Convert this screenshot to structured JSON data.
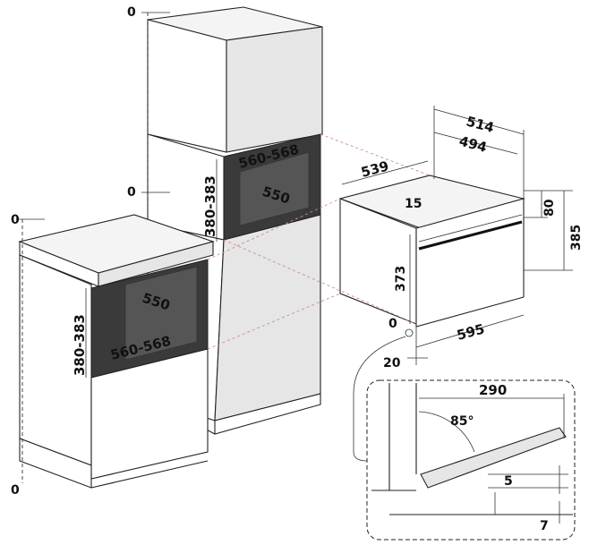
{
  "dimensions": {
    "tall_top_zero": "0",
    "tall_mid_zero": "0",
    "base_top_zero": "0",
    "base_bottom_zero": "0",
    "tall_niche_width": "560-568",
    "tall_niche_depth": "550",
    "tall_niche_height": "380-383",
    "base_niche_depth": "550",
    "base_niche_width": "560-568",
    "base_niche_height": "380-383",
    "oven_depth_outer": "514",
    "oven_depth_inner": "494",
    "oven_total_depth": "539",
    "oven_top_offset": "15",
    "oven_panel_height": "80",
    "oven_total_height": "385",
    "oven_door_height": "373",
    "oven_width": "595",
    "oven_base_zero": "0",
    "oven_front_offset": "20",
    "door_length": "290",
    "door_angle": "85°",
    "door_gap": "5",
    "floor_gap": "7"
  },
  "colors": {
    "line": "#222222",
    "cavity": "#3a3a3a",
    "guide": "#d08a8a"
  }
}
